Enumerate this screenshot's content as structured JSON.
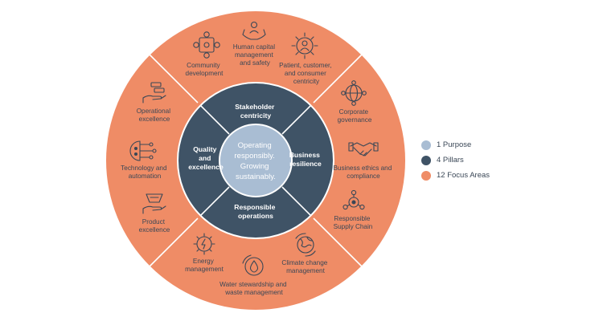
{
  "colors": {
    "outer_ring": "#ef8c66",
    "pillars": "#3f5366",
    "center": "#a9bdd3",
    "divider": "#ffffff",
    "text_dark": "#3a4756"
  },
  "center": {
    "lines": [
      "Operating",
      "responsibly.",
      "Growing",
      "sustainably."
    ]
  },
  "pillars": [
    {
      "id": "stakeholder",
      "lines": [
        "Stakeholder",
        "centricity"
      ]
    },
    {
      "id": "business",
      "lines": [
        "Business",
        "resilience"
      ]
    },
    {
      "id": "responsible",
      "lines": [
        "Responsible",
        "operations"
      ]
    },
    {
      "id": "quality",
      "lines": [
        "Quality",
        "and",
        "excellence"
      ]
    }
  ],
  "focus_areas": [
    {
      "id": "community-development",
      "lines": [
        "Community",
        "development"
      ],
      "icon": "community-network-icon"
    },
    {
      "id": "human-capital",
      "lines": [
        "Human capital",
        "management",
        "and safety"
      ],
      "icon": "hands-person-icon"
    },
    {
      "id": "patient-customer",
      "lines": [
        "Patient, customer,",
        "and consumer",
        "centricity"
      ],
      "icon": "person-focus-icon"
    },
    {
      "id": "corporate-governance",
      "lines": [
        "Corporate",
        "governance"
      ],
      "icon": "governance-globe-icon"
    },
    {
      "id": "business-ethics",
      "lines": [
        "Business ethics and",
        "compliance"
      ],
      "icon": "handshake-icon"
    },
    {
      "id": "supply-chain",
      "lines": [
        "Responsible",
        "Supply Chain"
      ],
      "icon": "supply-chain-icon"
    },
    {
      "id": "climate-change",
      "lines": [
        "Climate change",
        "management"
      ],
      "icon": "globe-climate-icon"
    },
    {
      "id": "water-stewardship",
      "lines": [
        "Water stewardship and",
        "waste management"
      ],
      "icon": "water-drop-icon"
    },
    {
      "id": "energy-management",
      "lines": [
        "Energy",
        "management"
      ],
      "icon": "energy-gear-icon"
    },
    {
      "id": "product-excellence",
      "lines": [
        "Product",
        "excellence"
      ],
      "icon": "product-hand-icon"
    },
    {
      "id": "technology-automation",
      "lines": [
        "Technology and",
        "automation"
      ],
      "icon": "tech-circuit-icon"
    },
    {
      "id": "operational-excellence",
      "lines": [
        "Operational",
        "excellence"
      ],
      "icon": "operations-hand-icon"
    }
  ],
  "legend": [
    {
      "label": "1 Purpose",
      "color": "#a9bdd3"
    },
    {
      "label": "4 Pillars",
      "color": "#3f5366"
    },
    {
      "label": "12 Focus Areas",
      "color": "#ef8c66"
    }
  ]
}
